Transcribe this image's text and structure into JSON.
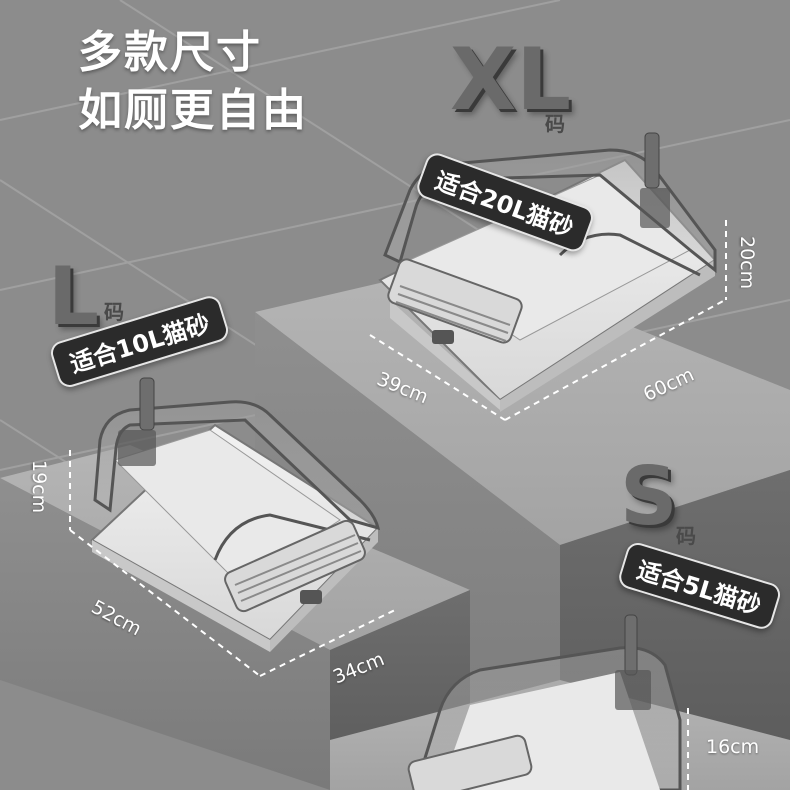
{
  "headline": {
    "line1": "多款尺寸",
    "line2": "如厕更自由"
  },
  "sizes": {
    "xl": {
      "letter": "XL",
      "unit": "码",
      "capacity": "适合20L猫砂",
      "width": "39cm",
      "length": "60cm",
      "height": "20cm"
    },
    "l": {
      "letter": "L",
      "unit": "码",
      "capacity": "适合10L猫砂",
      "width": "34cm",
      "length": "52cm",
      "height": "19cm"
    },
    "s": {
      "letter": "S",
      "unit": "码",
      "capacity": "适合5L猫砂",
      "height": "16cm"
    }
  },
  "colors": {
    "floor": "#8c8c8c",
    "pill_bg": "#2b2b2b",
    "text": "#ffffff"
  }
}
